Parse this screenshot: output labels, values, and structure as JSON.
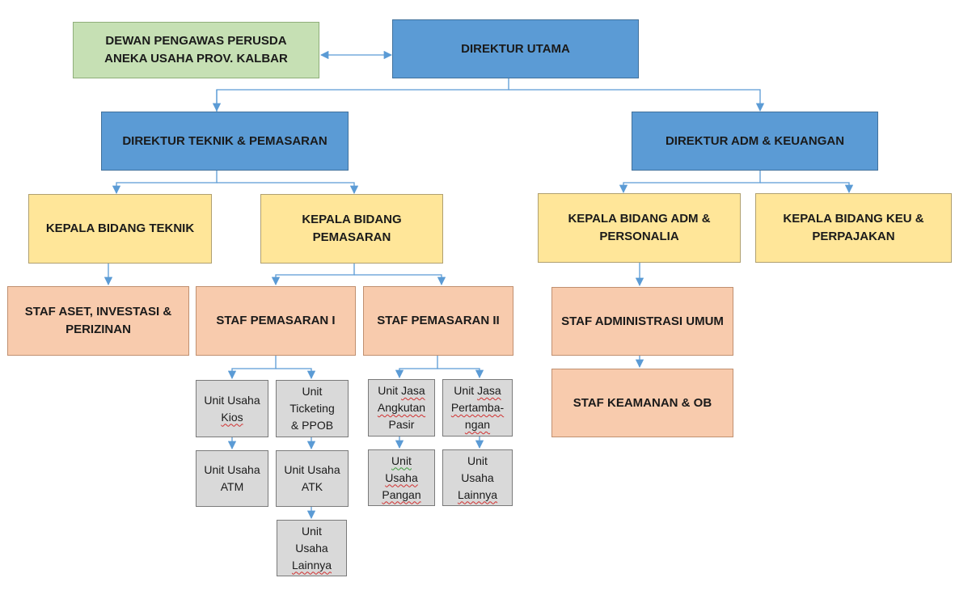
{
  "colors": {
    "director": "#5b9bd5",
    "supervisory_board": "#c6e0b4",
    "department_head": "#ffe699",
    "staff": "#f8cbad",
    "business_unit": "#d9d9d9",
    "connector": "#5b9bd5"
  },
  "dewan": "DEWAN PENGAWAS PERUSDA\nANEKA USAHA PROV. KALBAR",
  "direktur_utama": "DIREKTUR UTAMA",
  "direktur_teknik": "DIREKTUR TEKNIK & PEMASARAN",
  "direktur_adm": "DIREKTUR ADM & KEUANGAN",
  "kabid_teknik": "KEPALA BIDANG TEKNIK",
  "kabid_pemasaran": "KEPALA BIDANG\nPEMASARAN",
  "kabid_adm": "KEPALA BIDANG ADM &\nPERSONALIA",
  "kabid_keu": "KEPALA BIDANG KEU &\nPERPAJAKAN",
  "staf_aset": "STAF ASET, INVESTASI &\nPERIZINAN",
  "staf_pemasaran_1": "STAF PEMASARAN I",
  "staf_pemasaran_2": "STAF PEMASARAN II",
  "staf_adm_umum": "STAF ADMINISTRASI UMUM",
  "staf_keamanan": "STAF KEAMANAN & OB",
  "unit": {
    "kios_1": "Unit Usaha",
    "kios_2": "Kios",
    "ticketing": "Unit\nTicketing\n& PPOB",
    "atm": "Unit Usaha\nATM",
    "atk": "Unit Usaha\nATK",
    "lainnya1_1": "Unit\nUsaha",
    "lainnya1_2": "Lainnya",
    "angkutan_1": "Unit",
    "angkutan_2": "Jasa",
    "angkutan_3": "Angkutan",
    "angkutan_4": "Pasir",
    "tambang_1": "Unit",
    "tambang_2": "Jasa",
    "tambang_3": "Pertamba-",
    "tambang_4": "ngan",
    "pangan_1": "Unit",
    "pangan_2": "Usaha",
    "pangan_3": "Pangan",
    "lainnya2_1": "Unit\nUsaha",
    "lainnya2_2": "Lainnya"
  }
}
